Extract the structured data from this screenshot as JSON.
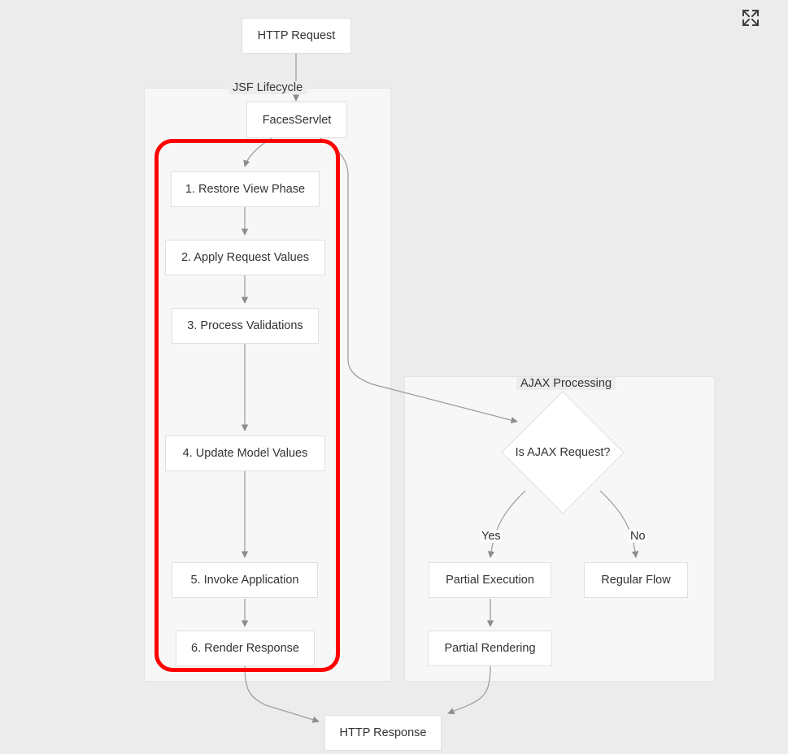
{
  "page": {
    "background_color": "#ececec",
    "node_fill": "#ffffff",
    "node_border": "#e0e0e0",
    "subgraph_fill": "#f7f7f7",
    "edge_color": "#999999",
    "highlight_color": "#ff0000"
  },
  "controls": {
    "expand_label": "expand-icon"
  },
  "diagram": {
    "type": "flowchart",
    "direction": "top-down",
    "entry": {
      "label": "HTTP Request"
    },
    "exit": {
      "label": "HTTP Response"
    },
    "subgraphs": [
      {
        "id": "jsf-lifecycle",
        "title": "JSF Lifecycle",
        "nodes": [
          {
            "id": "faces-servlet",
            "label": "FacesServlet",
            "shape": "rect"
          },
          {
            "id": "phase-1",
            "label": "1. Restore View Phase",
            "shape": "rect"
          },
          {
            "id": "phase-2",
            "label": "2. Apply Request Values",
            "shape": "rect"
          },
          {
            "id": "phase-3",
            "label": "3. Process Validations",
            "shape": "rect"
          },
          {
            "id": "phase-4",
            "label": "4. Update Model Values",
            "shape": "rect"
          },
          {
            "id": "phase-5",
            "label": "5. Invoke Application",
            "shape": "rect"
          },
          {
            "id": "phase-6",
            "label": "6. Render Response",
            "shape": "rect"
          }
        ],
        "highlight": {
          "color": "#ff0000",
          "covers": [
            "phase-1",
            "phase-2",
            "phase-3",
            "phase-4",
            "phase-5",
            "phase-6"
          ]
        }
      },
      {
        "id": "ajax-processing",
        "title": "AJAX Processing",
        "nodes": [
          {
            "id": "is-ajax",
            "label": "Is AJAX Request?",
            "shape": "diamond"
          },
          {
            "id": "partial-execution",
            "label": "Partial Execution",
            "shape": "rect"
          },
          {
            "id": "partial-rendering",
            "label": "Partial Rendering",
            "shape": "rect"
          },
          {
            "id": "regular-flow",
            "label": "Regular Flow",
            "shape": "rect"
          }
        ]
      }
    ],
    "edges": [
      {
        "from": "http-request",
        "to": "faces-servlet",
        "label": ""
      },
      {
        "from": "faces-servlet",
        "to": "phase-1",
        "label": ""
      },
      {
        "from": "faces-servlet",
        "to": "is-ajax",
        "label": ""
      },
      {
        "from": "phase-1",
        "to": "phase-2",
        "label": ""
      },
      {
        "from": "phase-2",
        "to": "phase-3",
        "label": ""
      },
      {
        "from": "phase-3",
        "to": "phase-4",
        "label": ""
      },
      {
        "from": "phase-4",
        "to": "phase-5",
        "label": ""
      },
      {
        "from": "phase-5",
        "to": "phase-6",
        "label": ""
      },
      {
        "from": "phase-6",
        "to": "http-response",
        "label": ""
      },
      {
        "from": "is-ajax",
        "to": "partial-execution",
        "label": "Yes"
      },
      {
        "from": "is-ajax",
        "to": "regular-flow",
        "label": "No"
      },
      {
        "from": "partial-execution",
        "to": "partial-rendering",
        "label": ""
      },
      {
        "from": "partial-rendering",
        "to": "http-response",
        "label": ""
      }
    ],
    "edge_labels": {
      "yes": "Yes",
      "no": "No"
    }
  }
}
